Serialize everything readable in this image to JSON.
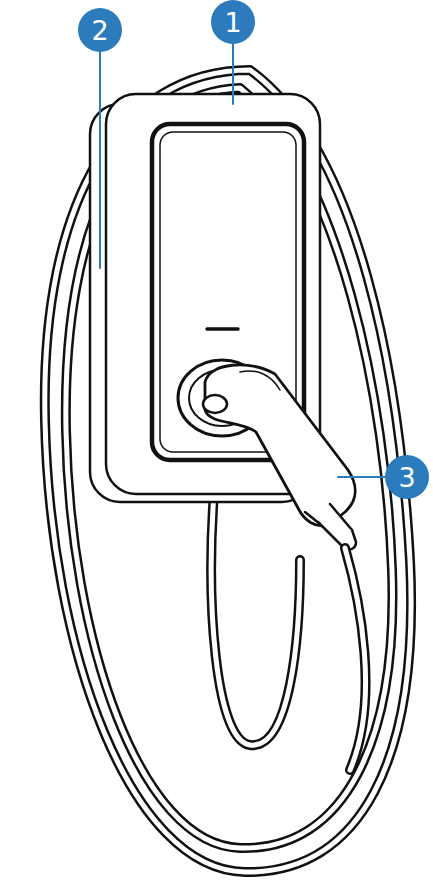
{
  "diagram": {
    "nodes": [
      {
        "text": [
          "2"
        ]
      },
      {
        "text": [
          "1"
        ]
      },
      {
        "text": [
          "3"
        ]
      }
    ]
  }
}
